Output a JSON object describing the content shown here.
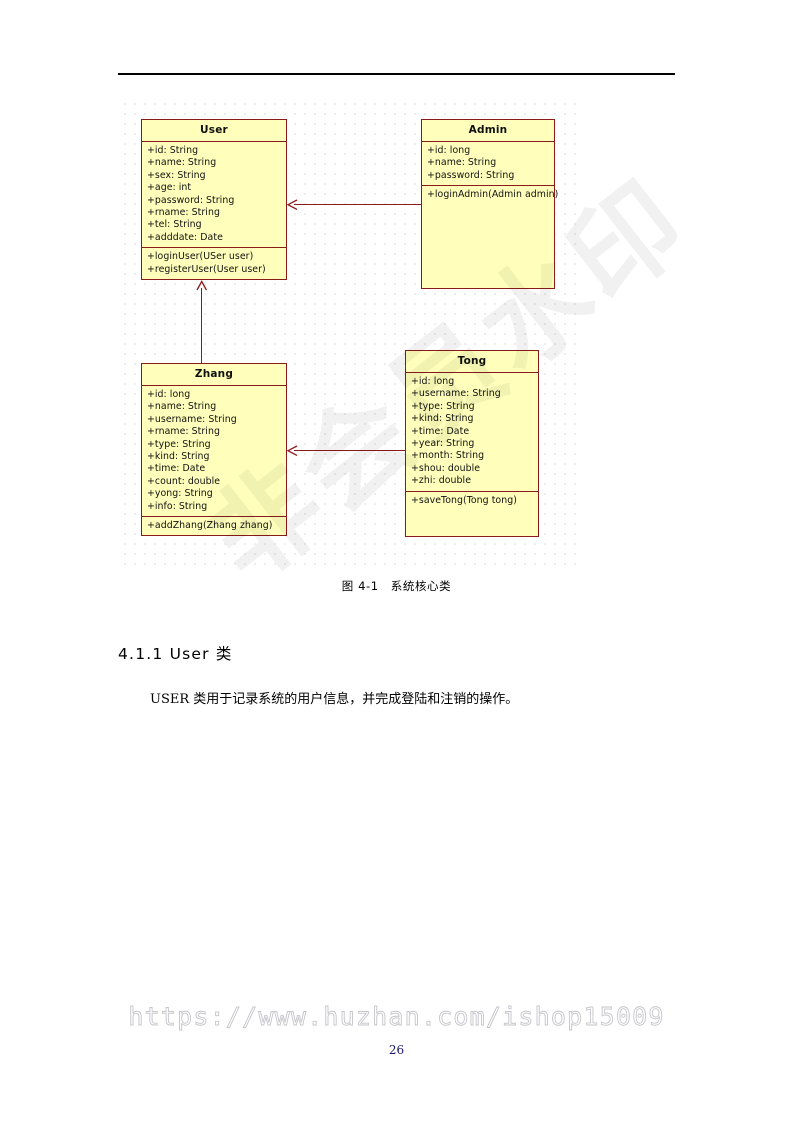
{
  "page": {
    "number": "26",
    "header_rule": true
  },
  "watermarks": {
    "diagonal_text": "非会员水印",
    "url_text": "https://www.huzhan.com/ishop15009"
  },
  "figure": {
    "caption": "图 4-1　系统核心类",
    "colors": {
      "box_fill": "#ffffbb",
      "box_border": "#8b1a1a",
      "connector": "#8b1a1a",
      "grid_dot": "#bdbdbd"
    },
    "classes": [
      {
        "name": "User",
        "attributes": [
          "+id: String",
          "+name: String",
          "+sex: String",
          "+age: int",
          "+password: String",
          "+rname: String",
          "+tel: String",
          "+adddate: Date"
        ],
        "operations": [
          "+loginUser(USer user)",
          "+registerUser(User user)"
        ]
      },
      {
        "name": "Admin",
        "attributes": [
          "+id: long",
          "+name: String",
          "+password: String"
        ],
        "operations": [
          "+loginAdmin(Admin admin)"
        ]
      },
      {
        "name": "Zhang",
        "attributes": [
          "+id: long",
          "+name: String",
          "+username: String",
          "+rname: String",
          "+type: String",
          "+kind: String",
          "+time: Date",
          "+count: double",
          "+yong: String",
          "+info: String"
        ],
        "operations": [
          "+addZhang(Zhang zhang)"
        ]
      },
      {
        "name": "Tong",
        "attributes": [
          "+id: long",
          "+username: String",
          "+type: String",
          "+kind: String",
          "+time: Date",
          "+year: String",
          "+month: String",
          "+shou: double",
          "+zhi: double"
        ],
        "operations": [
          "+saveTong(Tong tong)"
        ]
      }
    ],
    "connectors": [
      {
        "from": "Admin",
        "to": "User",
        "direction": "left"
      },
      {
        "from": "Zhang",
        "to": "User",
        "direction": "up"
      },
      {
        "from": "Tong",
        "to": "Zhang",
        "direction": "left"
      }
    ]
  },
  "section": {
    "heading": "4.1.1 User 类",
    "paragraph": "USER 类用于记录系统的用户信息，并完成登陆和注销的操作。"
  }
}
